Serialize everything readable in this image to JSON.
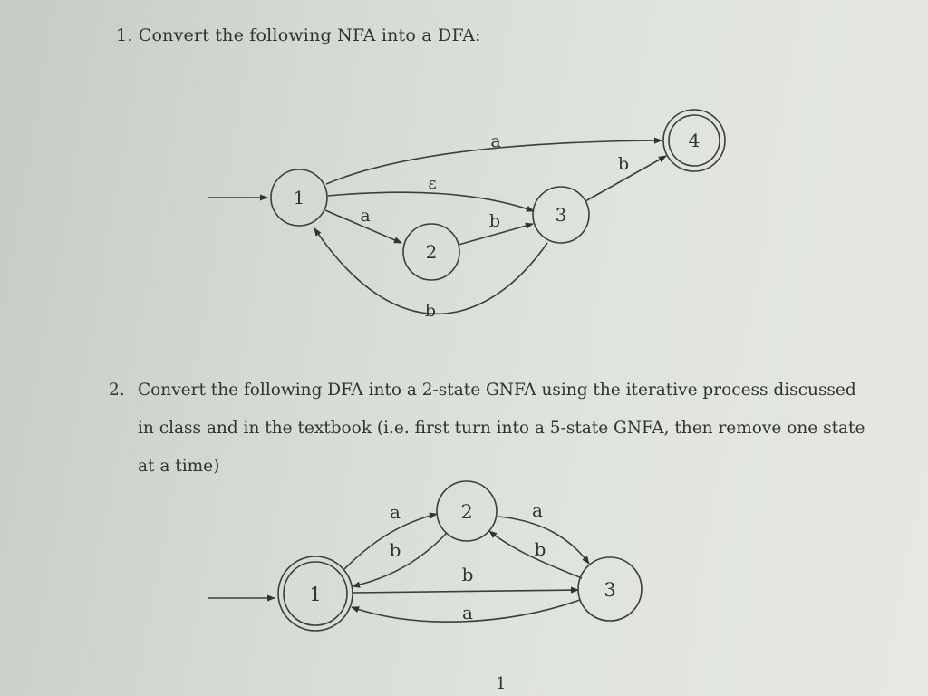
{
  "questions": {
    "q1": {
      "text": "1. Convert the following NFA into a DFA:"
    },
    "q2": {
      "number": "2.",
      "line1": "Convert the following DFA into a 2-state GNFA using the iterative process discussed",
      "line2": "in class and in the textbook (i.e. first turn into a 5-state GNFA, then remove one state",
      "line3": "at a time)"
    }
  },
  "nfa": {
    "states": {
      "s1": "1",
      "s2": "2",
      "s3": "3",
      "s4": "4"
    },
    "labels": {
      "t1_4": "a",
      "t1_3": "ε",
      "t1_2": "a",
      "t2_3": "b",
      "t3_4": "b",
      "t3_1": "b"
    }
  },
  "dfa": {
    "states": {
      "s1": "1",
      "s2": "2",
      "s3": "3"
    },
    "labels": {
      "t1_2": "a",
      "t2_1": "b",
      "t2_3": "a",
      "t3_2": "b",
      "t1_3": "b",
      "t3_1": "a"
    }
  },
  "footer": {
    "page_number": "1"
  }
}
